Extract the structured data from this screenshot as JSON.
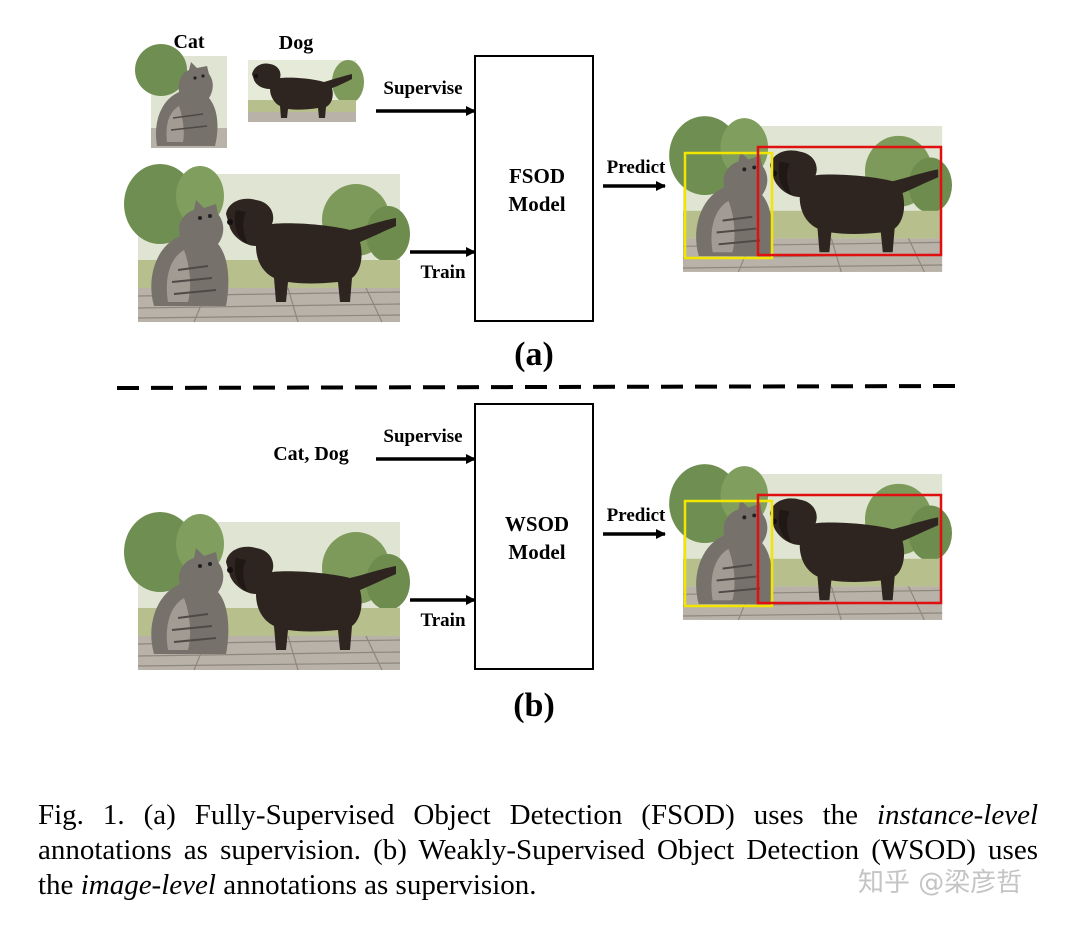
{
  "panel_a": {
    "support_labels": [
      "Cat",
      "Dog"
    ],
    "supervise_label": "Supervise",
    "train_label": "Train",
    "model_line1": "FSOD",
    "model_line2": "Model",
    "predict_label": "Predict",
    "panel_label": "(a)"
  },
  "panel_b": {
    "class_labels": "Cat, Dog",
    "supervise_label": "Supervise",
    "train_label": "Train",
    "model_line1": "WSOD",
    "model_line2": "Model",
    "predict_label": "Predict",
    "panel_label": "(b)"
  },
  "colors": {
    "cat_box": "#f2e600",
    "dog_box": "#e01010"
  },
  "caption": {
    "fig_label": "Fig. 1.",
    "part1": " (a) Fully-Supervised Object Detection (FSOD) uses the ",
    "italic1": "instance-level",
    "part2": " annotations as supervision. (b) Weakly-Supervised Object Detection (WSOD) uses the ",
    "italic2": "image-level",
    "part3": " annotations as supervision."
  },
  "watermark": "知乎 @梁彦哲"
}
